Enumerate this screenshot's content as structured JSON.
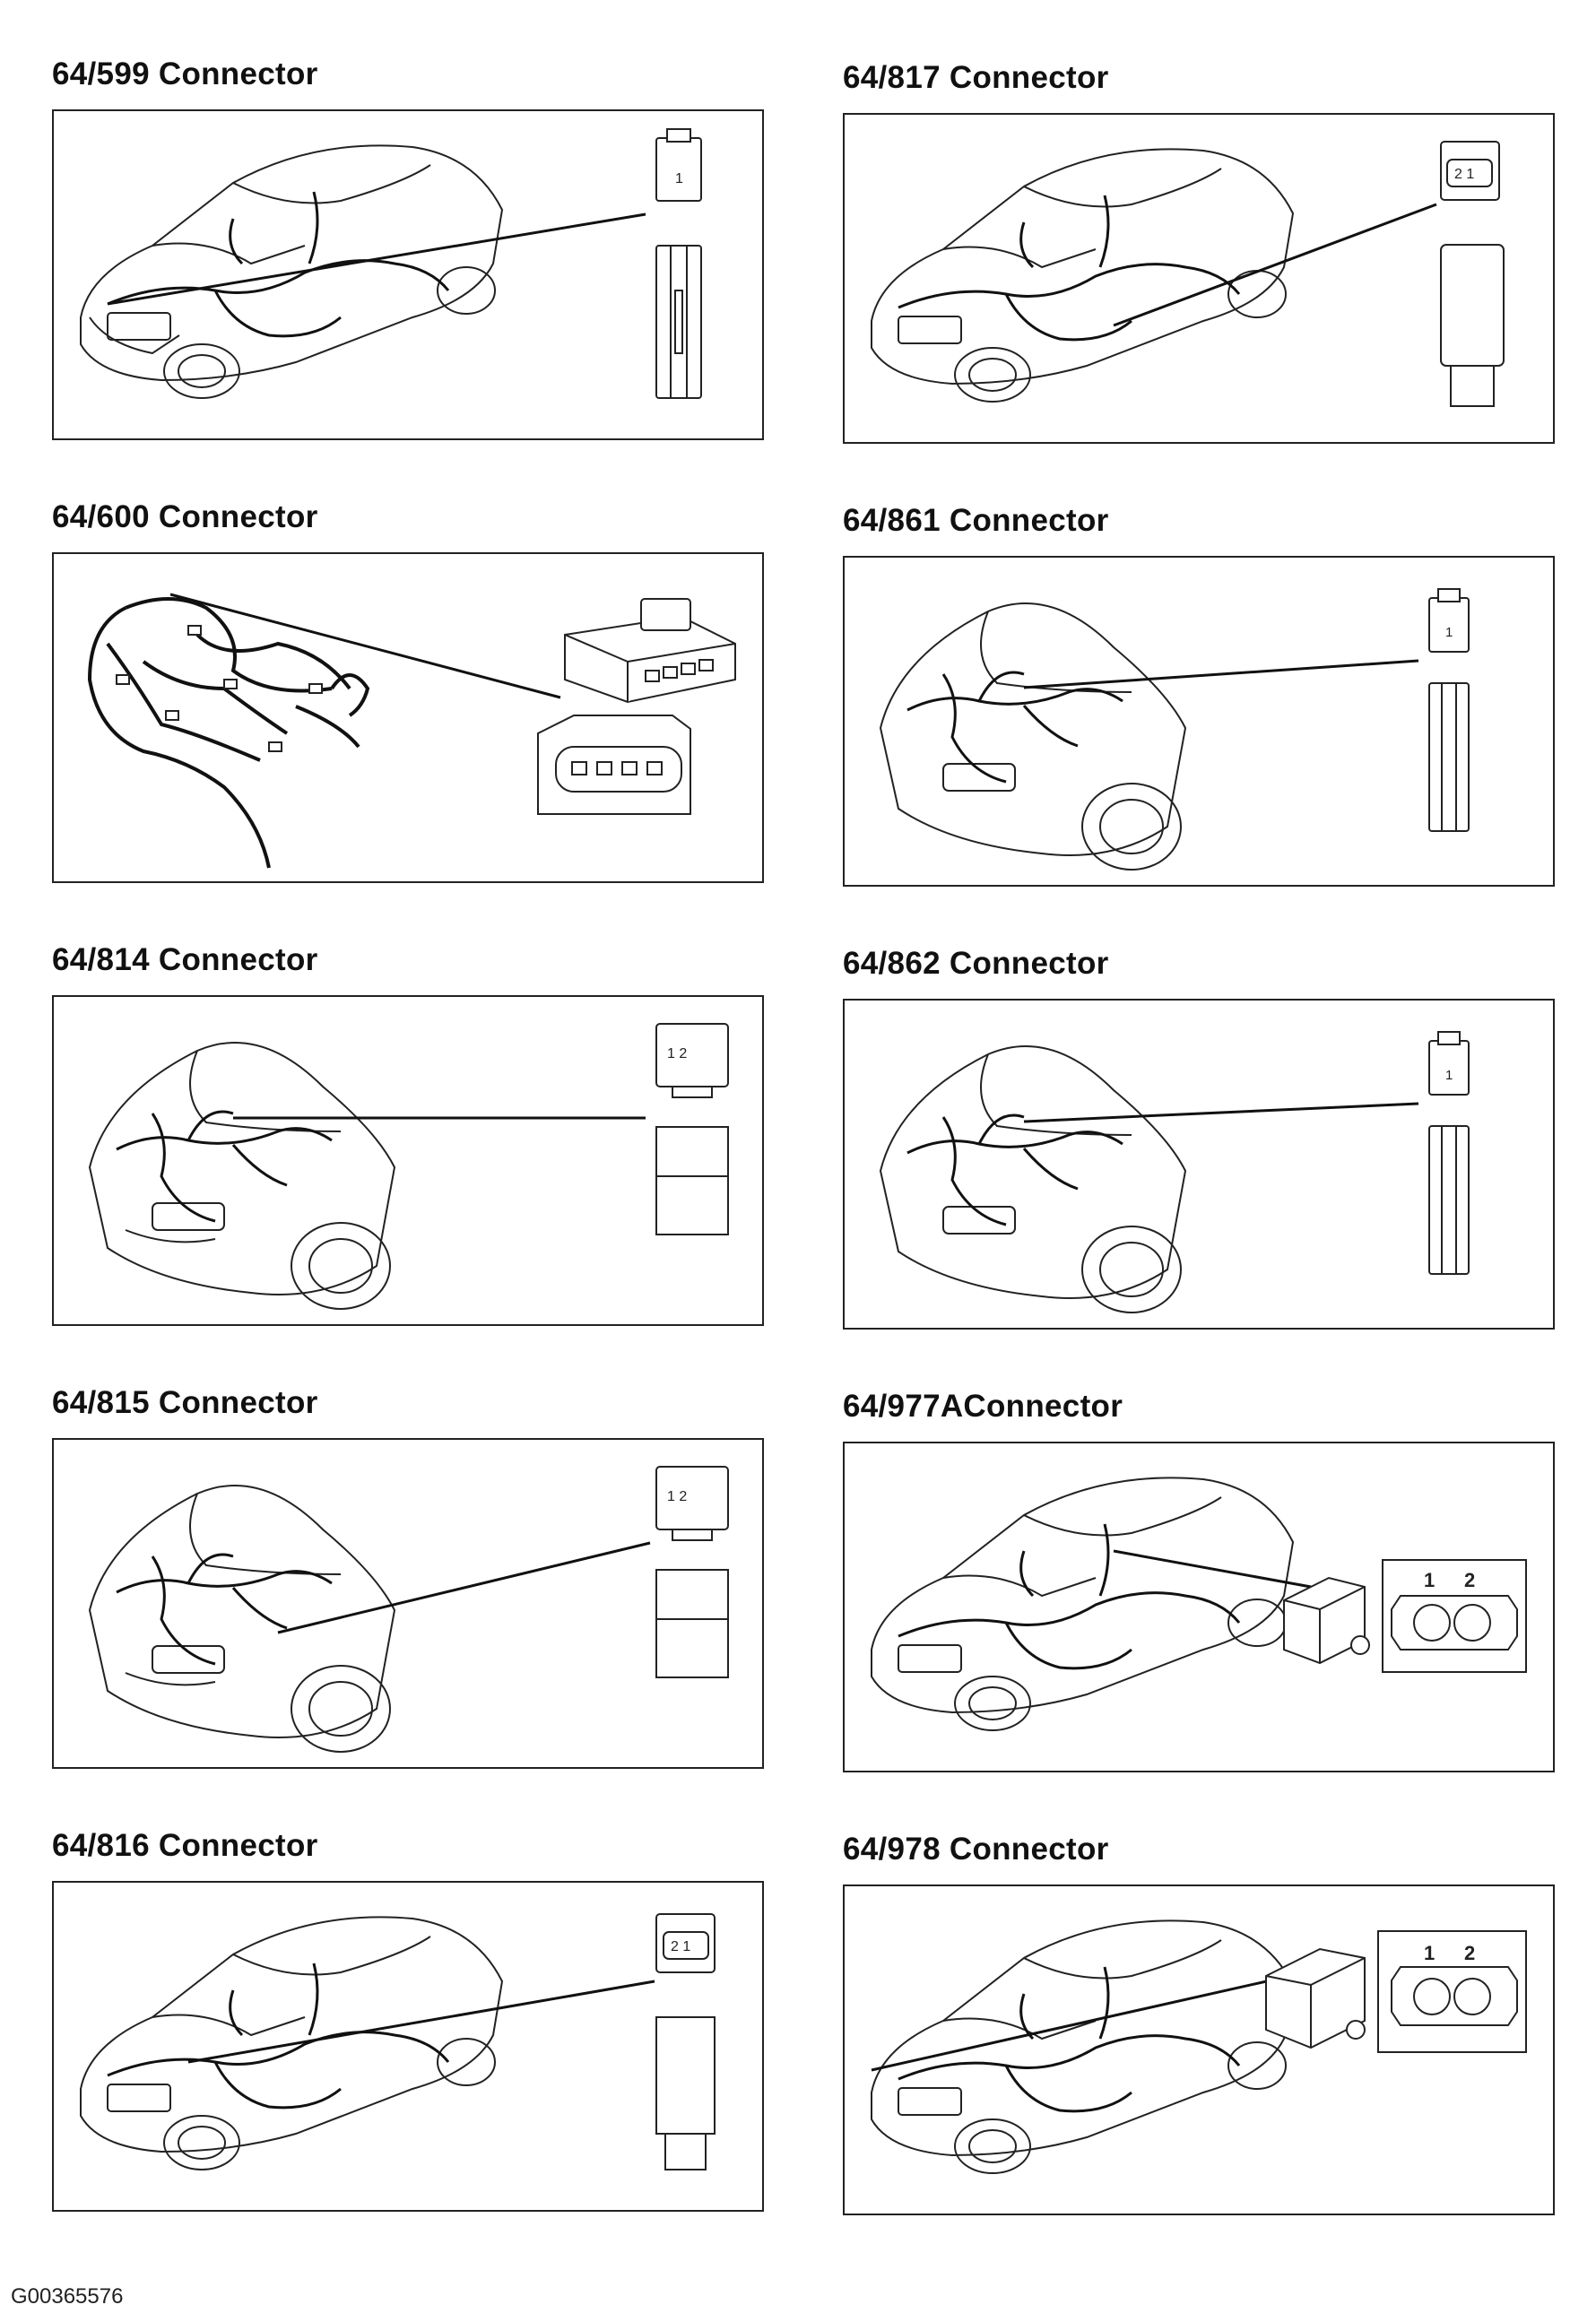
{
  "panels": [
    {
      "title": "64/599 Connector",
      "type": "car_full",
      "connector": "single_1"
    },
    {
      "title": "64/817 Connector",
      "type": "car_full",
      "connector": "double_21"
    },
    {
      "title": "64/600 Connector",
      "type": "harness",
      "connector": "four_pin"
    },
    {
      "title": "64/861 Connector",
      "type": "car_front",
      "connector": "single_1"
    },
    {
      "title": "64/814 Connector",
      "type": "car_front",
      "connector": "block_12"
    },
    {
      "title": "64/862 Connector",
      "type": "car_front",
      "connector": "single_1"
    },
    {
      "title": "64/815 Connector",
      "type": "car_front",
      "connector": "block_12"
    },
    {
      "title": "64/977AConnector",
      "type": "car_full",
      "connector": "round_12"
    },
    {
      "title": "64/816 Connector",
      "type": "car_full",
      "connector": "double_21"
    },
    {
      "title": "64/978 Connector",
      "type": "car_full",
      "connector": "round_12"
    }
  ],
  "pin_labels": {
    "one": "1",
    "two": "2",
    "one_two": "1  2",
    "two_one": "2 1"
  },
  "figure_code": "G00365576"
}
